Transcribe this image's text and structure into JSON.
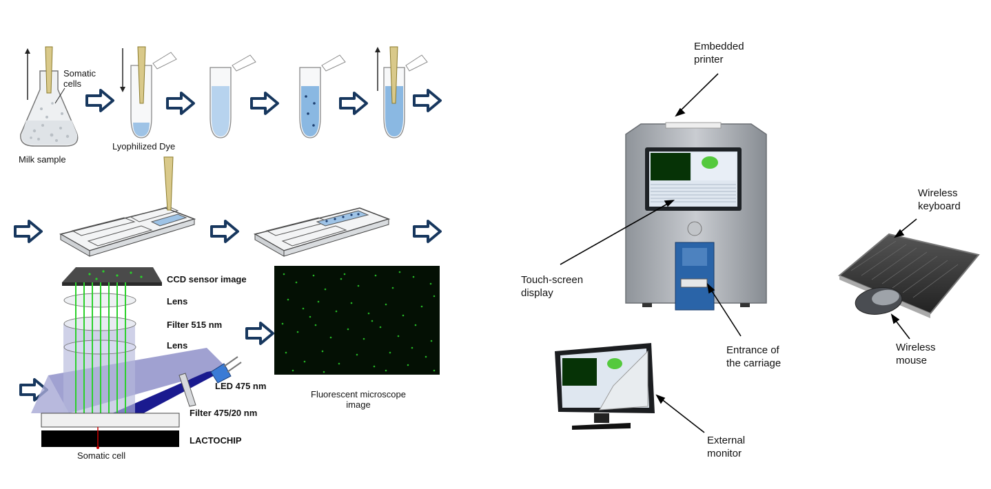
{
  "left_panel": {
    "labels": {
      "somatic_cells": "Somatic\ncells",
      "milk_sample": "Milk sample",
      "lyophilized_dye": "Lyophilized Dye",
      "ccd_sensor": "CCD sensor image",
      "lens_1": "Lens",
      "filter_515": "Filter 515 nm",
      "lens_2": "Lens",
      "led": "LED 475 nm",
      "filter_475": "Filter 475/20 nm",
      "lactochip": "LACTOCHIP",
      "somatic_cell": "Somatic cell",
      "fluorescent_image": "Fluorescent microscope\nimage"
    }
  },
  "right_panel": {
    "labels": {
      "embedded_printer": "Embedded\nprinter",
      "touch_screen": "Touch-screen\ndisplay",
      "entrance": "Entrance of\nthe carriage",
      "wireless_keyboard": "Wireless\nkeyboard",
      "wireless_mouse": "Wireless\nmouse",
      "external_monitor": "External\nmonitor"
    }
  },
  "colors": {
    "arrow_navy": "#17375e",
    "liquid_blue": "#9ec3e6",
    "fluorescent_green": "#2bd12b",
    "led_blue": "#1a1a8f",
    "device_grey": "#a9adb3",
    "carriage_blue": "#2a64a8"
  }
}
